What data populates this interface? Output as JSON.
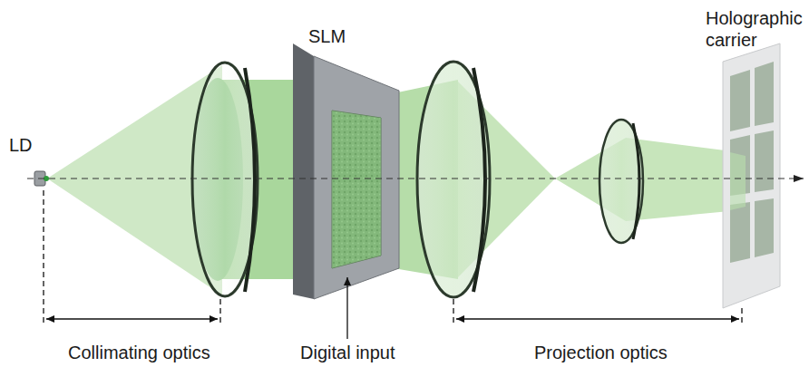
{
  "diagram": {
    "labels": [
      "LD",
      "SLM",
      "Holographic carrier",
      "Collimating optics",
      "Digital input",
      "Projection optics"
    ]
  }
}
